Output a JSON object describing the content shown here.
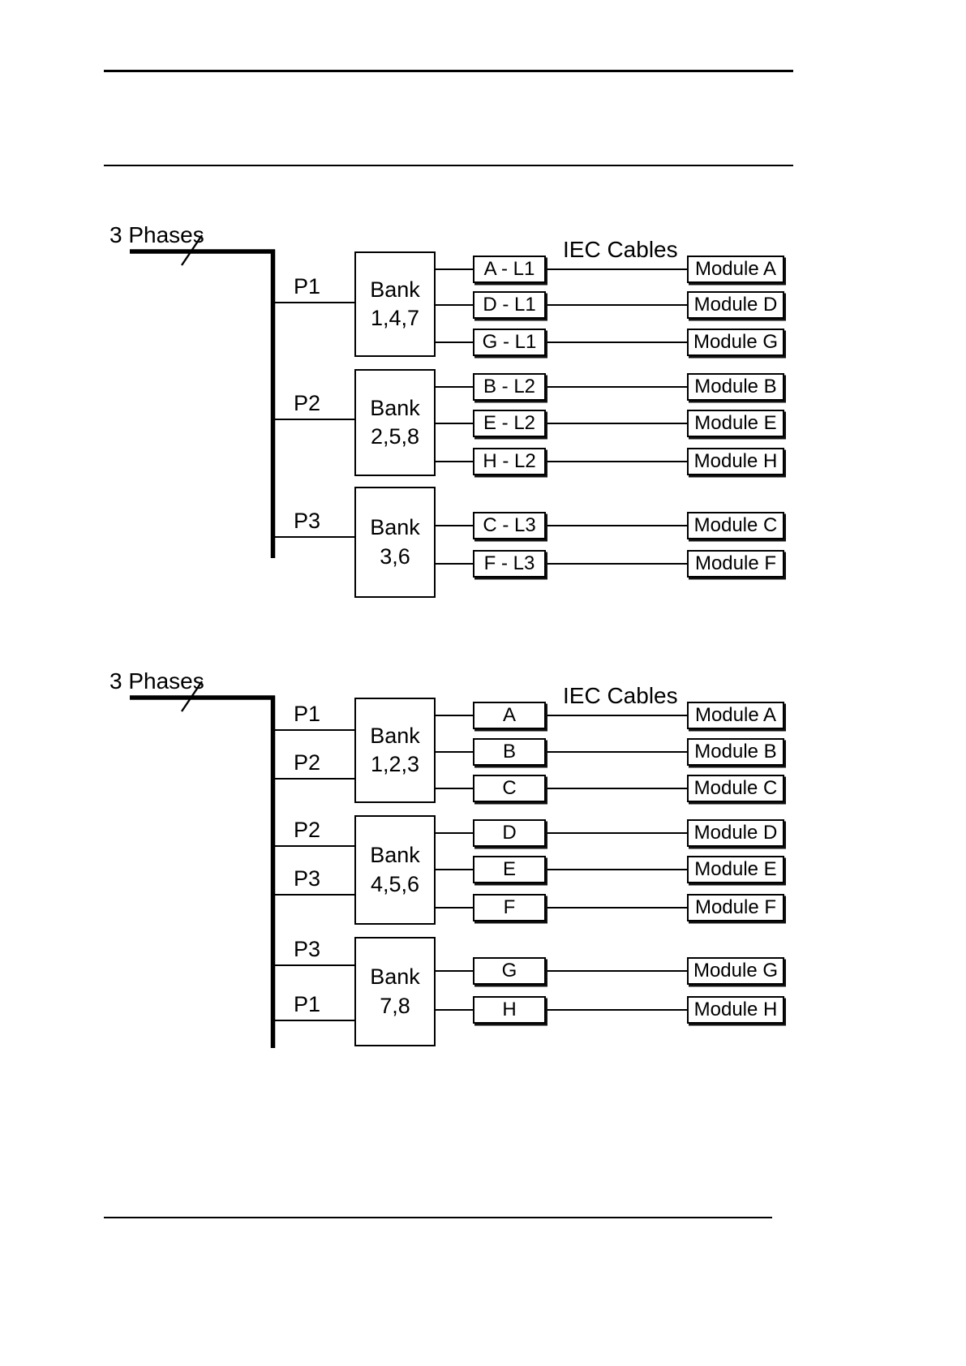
{
  "diagram1": {
    "phases_label": "3 Phases",
    "iec_cables_label": "IEC Cables",
    "taps": [
      "P1",
      "P2",
      "P3"
    ],
    "banks": [
      {
        "top": "Bank",
        "bottom": "1,4,7"
      },
      {
        "top": "Bank",
        "bottom": "2,5,8"
      },
      {
        "top": "Bank",
        "bottom": "3,6"
      }
    ],
    "cables": [
      "A - L1",
      "D - L1",
      "G - L1",
      "B - L2",
      "E - L2",
      "H - L2",
      "C - L3",
      "F - L3"
    ],
    "modules": [
      "Module A",
      "Module D",
      "Module G",
      "Module B",
      "Module E",
      "Module H",
      "Module C",
      "Module F"
    ]
  },
  "diagram2": {
    "phases_label": "3 Phases",
    "iec_cables_label": "IEC Cables",
    "taps": [
      "P1",
      "P2",
      "P2",
      "P3",
      "P3",
      "P1"
    ],
    "banks": [
      {
        "top": "Bank",
        "bottom": "1,2,3"
      },
      {
        "top": "Bank",
        "bottom": "4,5,6"
      },
      {
        "top": "Bank",
        "bottom": "7,8"
      }
    ],
    "cables": [
      "A",
      "B",
      "C",
      "D",
      "E",
      "F",
      "G",
      "H"
    ],
    "modules": [
      "Module A",
      "Module B",
      "Module C",
      "Module D",
      "Module E",
      "Module F",
      "Module G",
      "Module H"
    ]
  }
}
